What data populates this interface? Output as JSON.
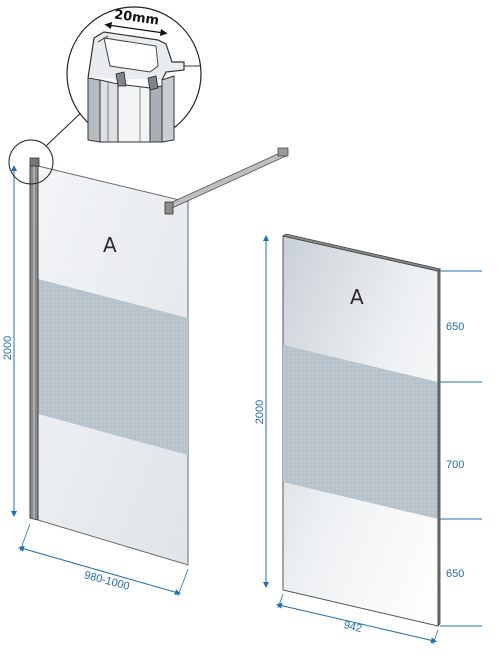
{
  "detail": {
    "label": "20mm"
  },
  "left_panel": {
    "label": "A",
    "height_label": "2000",
    "width_label": "980-1000"
  },
  "right_panel": {
    "label": "A",
    "height_label": "2000",
    "width_label": "942",
    "segments": [
      {
        "label": "650"
      },
      {
        "label": "700"
      },
      {
        "label": "650"
      }
    ]
  },
  "colors": {
    "dimension": "#1f6fb2",
    "frosted_band": "#b9c3cb",
    "frame": "#555555"
  }
}
